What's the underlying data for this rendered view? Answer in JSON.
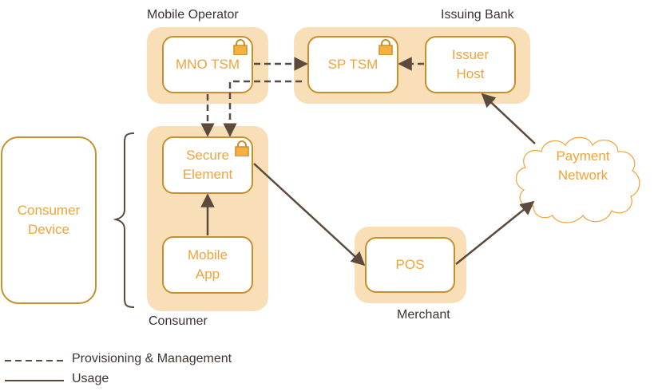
{
  "groups": {
    "mobile_operator": "Mobile Operator",
    "issuing_bank": "Issuing Bank",
    "consumer": "Consumer",
    "merchant": "Merchant"
  },
  "nodes": {
    "mno_tsm": "MNO TSM",
    "sp_tsm": "SP TSM",
    "issuer_host": [
      "Issuer",
      "Host"
    ],
    "secure_element": [
      "Secure",
      "Element"
    ],
    "mobile_app": [
      "Mobile",
      "App"
    ],
    "pos": "POS",
    "payment_network": [
      "Payment",
      "Network"
    ],
    "consumer_device": [
      "Consumer",
      "Device"
    ]
  },
  "secured_nodes": [
    "mno_tsm",
    "sp_tsm",
    "secure_element"
  ],
  "edges": [
    {
      "from": "mno_tsm",
      "to": "sp_tsm",
      "style": "dashed"
    },
    {
      "from": "sp_tsm",
      "to": "secure_element",
      "style": "dashed"
    },
    {
      "from": "mno_tsm",
      "to": "secure_element",
      "style": "dashed"
    },
    {
      "from": "issuer_host",
      "to": "sp_tsm",
      "style": "dashed"
    },
    {
      "from": "mobile_app",
      "to": "secure_element",
      "style": "solid"
    },
    {
      "from": "secure_element",
      "to": "pos",
      "style": "solid"
    },
    {
      "from": "pos",
      "to": "payment_network",
      "style": "solid"
    },
    {
      "from": "payment_network",
      "to": "issuer_host",
      "style": "solid"
    }
  ],
  "legend": {
    "dashed": "Provisioning & Management",
    "solid": "Usage"
  },
  "colors": {
    "group_fill": "#f9dfb7",
    "node_border": "#c88f2c",
    "node_text": "#f0a33a",
    "arrow": "#5c4a3d",
    "lock": "#f5b041"
  }
}
